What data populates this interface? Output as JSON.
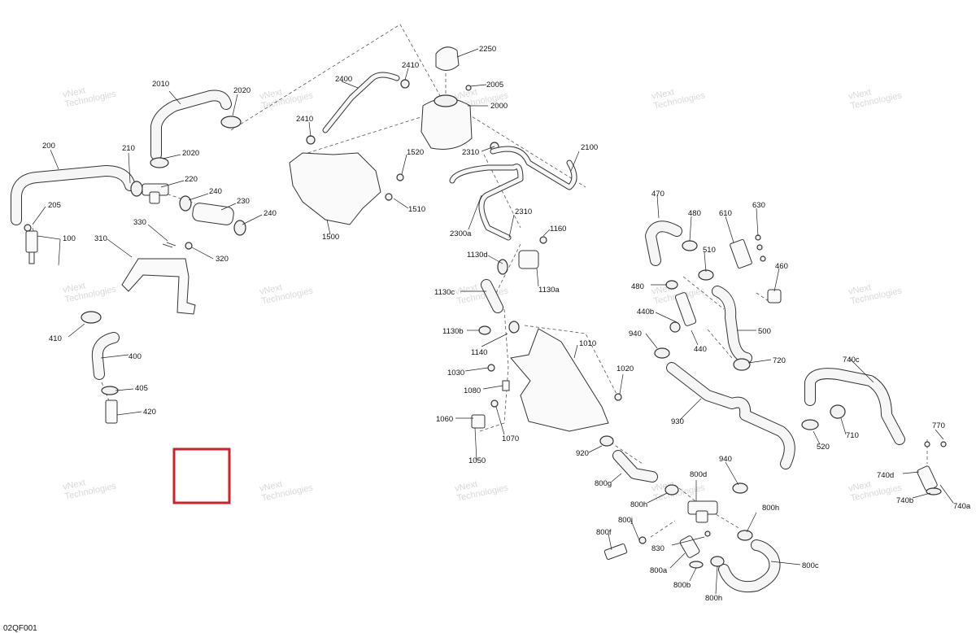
{
  "diagram": {
    "code": "02QF001",
    "watermark_line1": "vNext",
    "watermark_line2": "Technologies",
    "highlight_color": "#d0202a"
  },
  "labels": [
    {
      "id": "l-2250",
      "text": "2250"
    },
    {
      "id": "l-2410a",
      "text": "2410"
    },
    {
      "id": "l-2400",
      "text": "2400"
    },
    {
      "id": "l-2005",
      "text": "2005"
    },
    {
      "id": "l-2000",
      "text": "2000"
    },
    {
      "id": "l-2010",
      "text": "2010"
    },
    {
      "id": "l-2020a",
      "text": "2020"
    },
    {
      "id": "l-2410b",
      "text": "2410"
    },
    {
      "id": "l-2310a",
      "text": "2310"
    },
    {
      "id": "l-2100",
      "text": "2100"
    },
    {
      "id": "l-200",
      "text": "200"
    },
    {
      "id": "l-210",
      "text": "210"
    },
    {
      "id": "l-2020b",
      "text": "2020"
    },
    {
      "id": "l-1520",
      "text": "1520"
    },
    {
      "id": "l-220",
      "text": "220"
    },
    {
      "id": "l-240a",
      "text": "240"
    },
    {
      "id": "l-230",
      "text": "230"
    },
    {
      "id": "l-1510",
      "text": "1510"
    },
    {
      "id": "l-205",
      "text": "205"
    },
    {
      "id": "l-240b",
      "text": "240"
    },
    {
      "id": "l-2310b",
      "text": "2310"
    },
    {
      "id": "l-470",
      "text": "470"
    },
    {
      "id": "l-480a",
      "text": "480"
    },
    {
      "id": "l-610",
      "text": "610"
    },
    {
      "id": "l-630",
      "text": "630"
    },
    {
      "id": "l-1160",
      "text": "1160"
    },
    {
      "id": "l-2300a",
      "text": "2300a"
    },
    {
      "id": "l-330",
      "text": "330"
    },
    {
      "id": "l-1500",
      "text": "1500"
    },
    {
      "id": "l-100",
      "text": "100"
    },
    {
      "id": "l-310",
      "text": "310"
    },
    {
      "id": "l-320",
      "text": "320"
    },
    {
      "id": "l-1130d",
      "text": "1130d"
    },
    {
      "id": "l-510",
      "text": "510"
    },
    {
      "id": "l-460",
      "text": "460"
    },
    {
      "id": "l-1130a",
      "text": "1130a"
    },
    {
      "id": "l-480b",
      "text": "480"
    },
    {
      "id": "l-1130c",
      "text": "1130c"
    },
    {
      "id": "l-440b",
      "text": "440b"
    },
    {
      "id": "l-410",
      "text": "410"
    },
    {
      "id": "l-1130b",
      "text": "1130b"
    },
    {
      "id": "l-940a",
      "text": "940"
    },
    {
      "id": "l-500",
      "text": "500"
    },
    {
      "id": "l-1010",
      "text": "1010"
    },
    {
      "id": "l-440",
      "text": "440"
    },
    {
      "id": "l-400",
      "text": "400"
    },
    {
      "id": "l-1140",
      "text": "1140"
    },
    {
      "id": "l-720",
      "text": "720"
    },
    {
      "id": "l-740c",
      "text": "740c"
    },
    {
      "id": "l-1030",
      "text": "1030"
    },
    {
      "id": "l-1020",
      "text": "1020"
    },
    {
      "id": "l-405",
      "text": "405"
    },
    {
      "id": "l-1080",
      "text": "1080"
    },
    {
      "id": "l-420",
      "text": "420"
    },
    {
      "id": "l-930",
      "text": "930"
    },
    {
      "id": "l-1060",
      "text": "1060"
    },
    {
      "id": "l-710",
      "text": "710"
    },
    {
      "id": "l-1070",
      "text": "1070"
    },
    {
      "id": "l-770",
      "text": "770"
    },
    {
      "id": "l-520",
      "text": "520"
    },
    {
      "id": "l-920",
      "text": "920"
    },
    {
      "id": "l-1050",
      "text": "1050"
    },
    {
      "id": "l-940b",
      "text": "940"
    },
    {
      "id": "l-800d",
      "text": "800d"
    },
    {
      "id": "l-740d",
      "text": "740d"
    },
    {
      "id": "l-800g",
      "text": "800g"
    },
    {
      "id": "l-740b",
      "text": "740b"
    },
    {
      "id": "l-740a",
      "text": "740a"
    },
    {
      "id": "l-800h1",
      "text": "800h"
    },
    {
      "id": "l-800h2",
      "text": "800h"
    },
    {
      "id": "l-800j",
      "text": "800j"
    },
    {
      "id": "l-800f",
      "text": "800f"
    },
    {
      "id": "l-830",
      "text": "830"
    },
    {
      "id": "l-800c",
      "text": "800c"
    },
    {
      "id": "l-800a",
      "text": "800a"
    },
    {
      "id": "l-800b",
      "text": "800b"
    },
    {
      "id": "l-800h3",
      "text": "800h"
    }
  ]
}
